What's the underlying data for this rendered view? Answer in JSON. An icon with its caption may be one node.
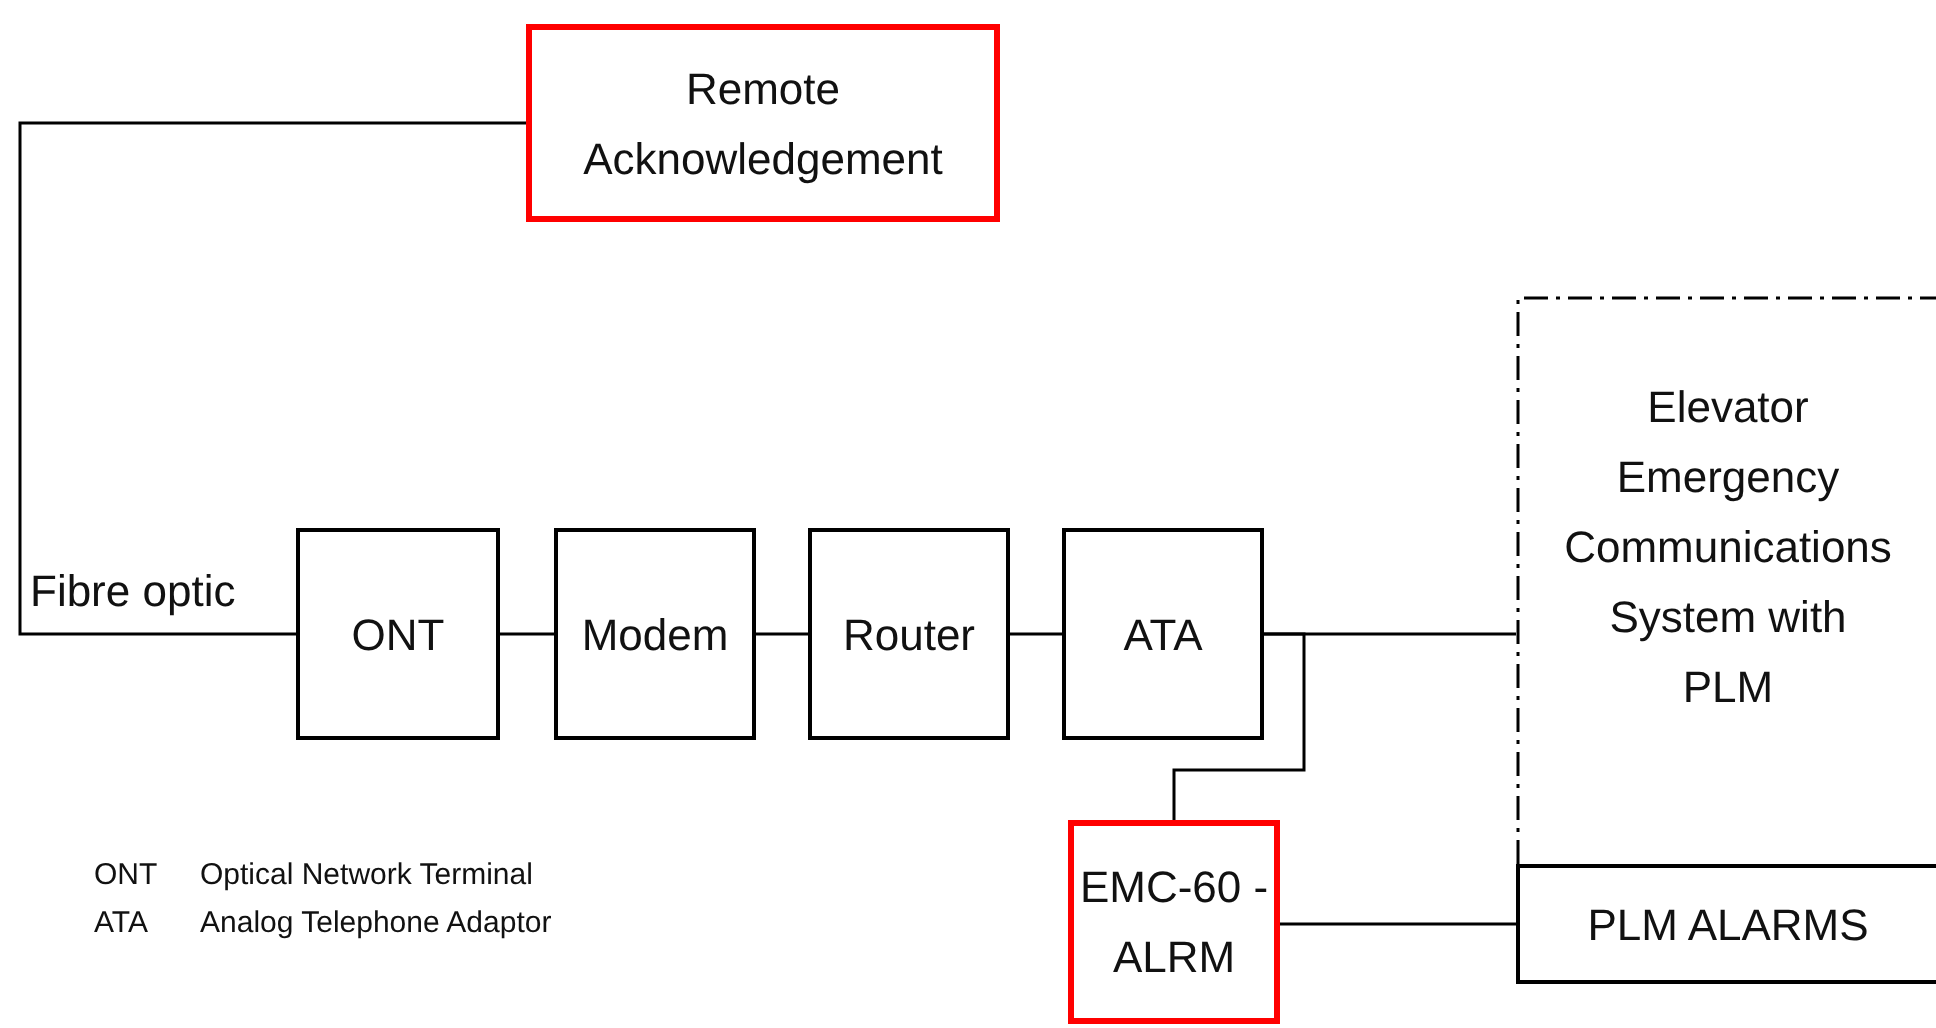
{
  "diagram": {
    "nodes": [
      {
        "text": [
          "Remote Acknowledgement"
        ]
      },
      {
        "text": [
          "ONT"
        ]
      },
      {
        "text": [
          "Modem"
        ]
      },
      {
        "text": [
          "Router"
        ]
      },
      {
        "text": [
          "ATA"
        ]
      },
      {
        "text": [
          "Elevator Emergency Communications System with PLM"
        ]
      },
      {
        "text": [
          "EMC-60 -ALRM"
        ]
      },
      {
        "text": [
          "PLM ALARMS"
        ]
      }
    ],
    "edges": [
      {
        "from": 0,
        "to": 1,
        "arrow": "none",
        "label": "Fibre optic"
      },
      {
        "from": 1,
        "to": 2,
        "arrow": "none"
      },
      {
        "from": 2,
        "to": 3,
        "arrow": "none"
      },
      {
        "from": 3,
        "to": 4,
        "arrow": "none"
      },
      {
        "from": 4,
        "to": 5,
        "arrow": "none"
      },
      {
        "from": 4,
        "to": 6,
        "arrow": "none"
      },
      {
        "from": 6,
        "to": 7,
        "arrow": "none"
      }
    ],
    "labels": [
      "ONT",
      "Optical Network Terminal",
      "ATA",
      "Analog Telephone Adaptor"
    ]
  }
}
